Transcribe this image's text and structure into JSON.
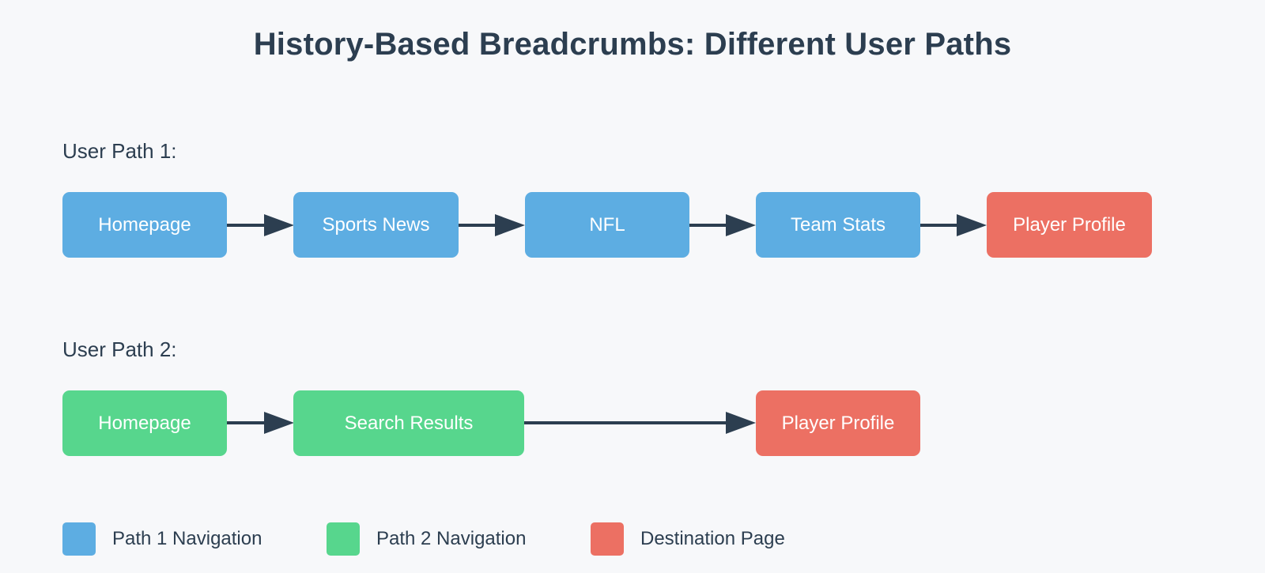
{
  "title": "History-Based Breadcrumbs: Different User Paths",
  "colors": {
    "path1": "#5dade2",
    "path2": "#57d68d",
    "destination": "#ec7063",
    "arrow": "#2c3e50",
    "background": "#f7f8fa"
  },
  "paths": [
    {
      "label": "User Path 1:",
      "nodes": [
        {
          "label": "Homepage",
          "kind": "path1"
        },
        {
          "label": "Sports News",
          "kind": "path1"
        },
        {
          "label": "NFL",
          "kind": "path1"
        },
        {
          "label": "Team Stats",
          "kind": "path1"
        },
        {
          "label": "Player Profile",
          "kind": "destination"
        }
      ]
    },
    {
      "label": "User Path 2:",
      "nodes": [
        {
          "label": "Homepage",
          "kind": "path2"
        },
        {
          "label": "Search Results",
          "kind": "path2"
        },
        {
          "label": "Player Profile",
          "kind": "destination"
        }
      ]
    }
  ],
  "legend": [
    {
      "label": "Path 1 Navigation",
      "kind": "path1"
    },
    {
      "label": "Path 2 Navigation",
      "kind": "path2"
    },
    {
      "label": "Destination Page",
      "kind": "destination"
    }
  ]
}
